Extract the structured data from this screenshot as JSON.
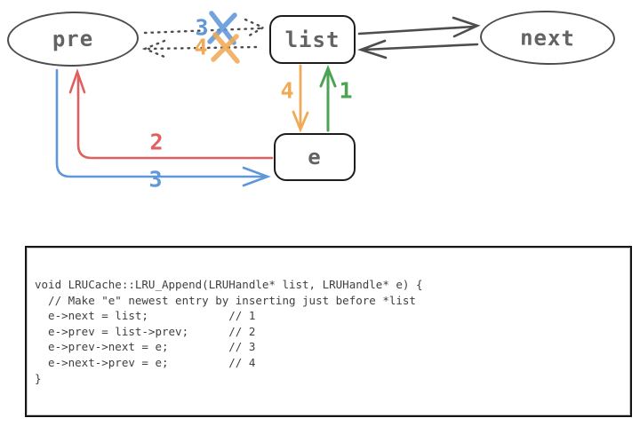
{
  "colors": {
    "gray": "#4d4d4d",
    "ink": "#1d1d1d",
    "text": "#636363",
    "red": "#e0605f",
    "blue": "#5f97d8",
    "orange": "#f0aa56",
    "green": "#4aa451",
    "code": "#3f3f3f"
  },
  "diagram": {
    "nodes": {
      "pre": "pre",
      "list": "list",
      "next": "next",
      "e": "e"
    },
    "labels": {
      "crossed_step3": "3",
      "crossed_step4": "4",
      "step1": "1",
      "step2": "2",
      "step3": "3",
      "step4": "4"
    }
  },
  "code": {
    "text": "void LRUCache::LRU_Append(LRUHandle* list, LRUHandle* e) {\n  // Make \"e\" newest entry by inserting just before *list\n  e->next = list;            // 1\n  e->prev = list->prev;      // 2\n  e->prev->next = e;         // 3\n  e->next->prev = e;         // 4\n}"
  }
}
